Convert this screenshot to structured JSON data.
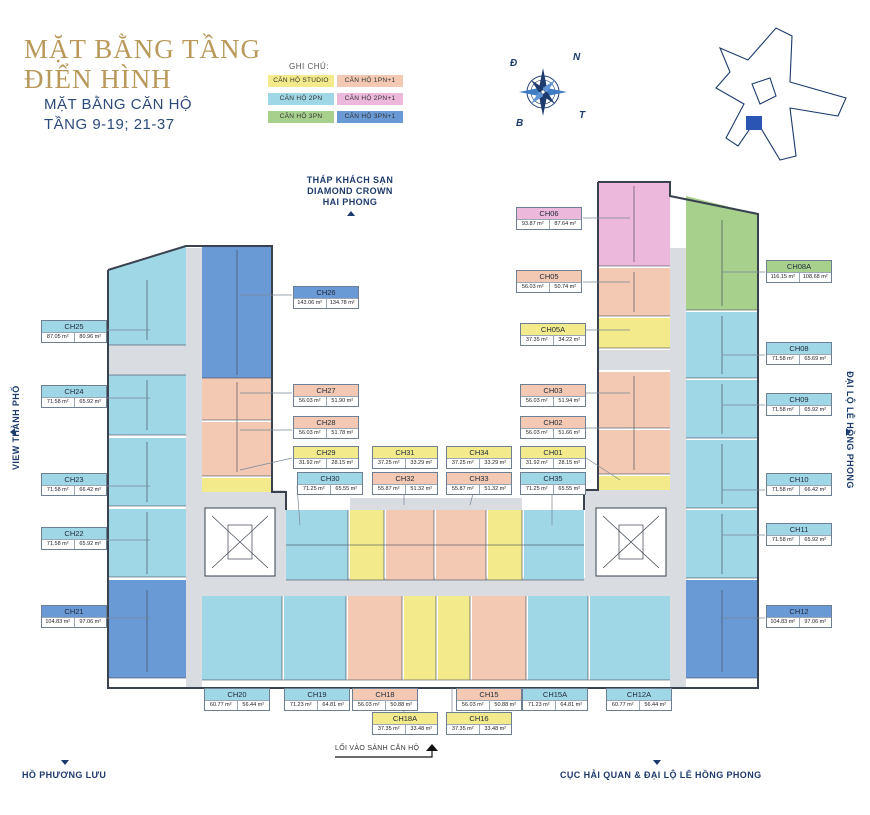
{
  "header": {
    "title_line1": "MẶT BẰNG TẦNG",
    "title_line2": "ĐIỂN HÌNH",
    "subtitle_line1": "MẶT BẰNG CĂN HỘ",
    "subtitle_line2": "TẦNG 9-19; 21-37"
  },
  "legend": {
    "title": "GHI CHÚ:",
    "items": [
      {
        "label": "CĂN HỘ STUDIO",
        "color": "#f3ea8b"
      },
      {
        "label": "CĂN HỘ 1PN+1",
        "color": "#f3c9b3"
      },
      {
        "label": "CĂN HỘ 2PN",
        "color": "#9fd7e6"
      },
      {
        "label": "CĂN HỘ 2PN+1",
        "color": "#ecb8dc"
      },
      {
        "label": "CĂN HỘ 3PN",
        "color": "#a7d08c"
      },
      {
        "label": "CĂN HỘ 3PN+1",
        "color": "#6a9ad6"
      }
    ]
  },
  "compass": {
    "d": "Đ",
    "n": "N",
    "b": "B",
    "t": "T"
  },
  "directions": {
    "top": "THÁP KHÁCH SẠN DIAMOND CROWN HAI PHONG",
    "top_l1": "THÁP KHÁCH SẠN",
    "top_l2": "DIAMOND CROWN",
    "top_l3": "HAI PHONG",
    "left": "VIEW THÀNH PHỐ",
    "right": "ĐẠI LỘ LÊ HỒNG PHONG",
    "bottom_left": "HỒ PHƯƠNG LƯU",
    "bottom_right": "CỤC HẢI QUAN & ĐẠI LỘ LÊ HỒNG PHONG",
    "lobby": "LỐI VÀO SẢNH CĂN HỘ"
  },
  "colors": {
    "studio": "#f3ea8b",
    "one_plus": "#f3c9b3",
    "two": "#9fd7e6",
    "two_plus": "#ecb8dc",
    "three": "#a7d08c",
    "three_plus": "#6a9ad6",
    "corridor": "#d9dde2",
    "wall": "#3a4250"
  },
  "units": [
    {
      "id": "CH25",
      "a1": "87.05 m²",
      "a2": "80.96 m²",
      "type": "two"
    },
    {
      "id": "CH24",
      "a1": "71.58 m²",
      "a2": "65.92 m²",
      "type": "two"
    },
    {
      "id": "CH23",
      "a1": "71.58 m²",
      "a2": "66.42 m²",
      "type": "two"
    },
    {
      "id": "CH22",
      "a1": "71.58 m²",
      "a2": "65.92 m²",
      "type": "two"
    },
    {
      "id": "CH21",
      "a1": "104.83 m²",
      "a2": "97.06 m²",
      "type": "three_plus"
    },
    {
      "id": "CH26",
      "a1": "143.06 m²",
      "a2": "134.78 m²",
      "type": "three_plus"
    },
    {
      "id": "CH27",
      "a1": "56.03 m²",
      "a2": "51.90 m²",
      "type": "one_plus"
    },
    {
      "id": "CH28",
      "a1": "56.03 m²",
      "a2": "51.78 m²",
      "type": "one_plus"
    },
    {
      "id": "CH29",
      "a1": "31.92 m²",
      "a2": "28.15 m²",
      "type": "studio"
    },
    {
      "id": "CH30",
      "a1": "71.25 m²",
      "a2": "65.55 m²",
      "type": "two"
    },
    {
      "id": "CH31",
      "a1": "37.25 m²",
      "a2": "33.29 m²",
      "type": "studio"
    },
    {
      "id": "CH32",
      "a1": "55.87 m²",
      "a2": "51.32 m²",
      "type": "one_plus"
    },
    {
      "id": "CH34",
      "a1": "37.25 m²",
      "a2": "33.29 m²",
      "type": "studio"
    },
    {
      "id": "CH33",
      "a1": "55.87 m²",
      "a2": "51.32 m²",
      "type": "one_plus"
    },
    {
      "id": "CH01",
      "a1": "31.92 m²",
      "a2": "28.15 m²",
      "type": "studio"
    },
    {
      "id": "CH35",
      "a1": "71.25 m²",
      "a2": "65.55 m²",
      "type": "two"
    },
    {
      "id": "CH06",
      "a1": "93.87 m²",
      "a2": "87.64 m²",
      "type": "two_plus"
    },
    {
      "id": "CH05",
      "a1": "56.03 m²",
      "a2": "50.74 m²",
      "type": "one_plus"
    },
    {
      "id": "CH05A",
      "a1": "37.35 m²",
      "a2": "34.22 m²",
      "type": "studio"
    },
    {
      "id": "CH03",
      "a1": "56.03 m²",
      "a2": "51.94 m²",
      "type": "one_plus"
    },
    {
      "id": "CH02",
      "a1": "56.03 m²",
      "a2": "51.66 m²",
      "type": "one_plus"
    },
    {
      "id": "CH08A",
      "a1": "116.15 m²",
      "a2": "108.68 m²",
      "type": "three"
    },
    {
      "id": "CH08",
      "a1": "71.58 m²",
      "a2": "65.69 m²",
      "type": "two"
    },
    {
      "id": "CH09",
      "a1": "71.58 m²",
      "a2": "65.92 m²",
      "type": "two"
    },
    {
      "id": "CH10",
      "a1": "71.58 m²",
      "a2": "66.42 m²",
      "type": "two"
    },
    {
      "id": "CH11",
      "a1": "71.58 m²",
      "a2": "65.92 m²",
      "type": "two"
    },
    {
      "id": "CH12",
      "a1": "104.83 m²",
      "a2": "97.06 m²",
      "type": "three_plus"
    },
    {
      "id": "CH20",
      "a1": "60.77 m²",
      "a2": "56.44 m²",
      "type": "two"
    },
    {
      "id": "CH19",
      "a1": "71.23 m²",
      "a2": "64.81 m²",
      "type": "two"
    },
    {
      "id": "CH18",
      "a1": "56.03 m²",
      "a2": "50.88 m²",
      "type": "one_plus"
    },
    {
      "id": "CH18A",
      "a1": "37.35 m²",
      "a2": "33.48 m²",
      "type": "studio"
    },
    {
      "id": "CH15",
      "a1": "56.03 m²",
      "a2": "50.88 m²",
      "type": "one_plus"
    },
    {
      "id": "CH16",
      "a1": "37.35 m²",
      "a2": "33.48 m²",
      "type": "studio"
    },
    {
      "id": "CH15A",
      "a1": "71.23 m²",
      "a2": "64.81 m²",
      "type": "two"
    },
    {
      "id": "CH12A",
      "a1": "60.77 m²",
      "a2": "56.44 m²",
      "type": "two"
    }
  ]
}
